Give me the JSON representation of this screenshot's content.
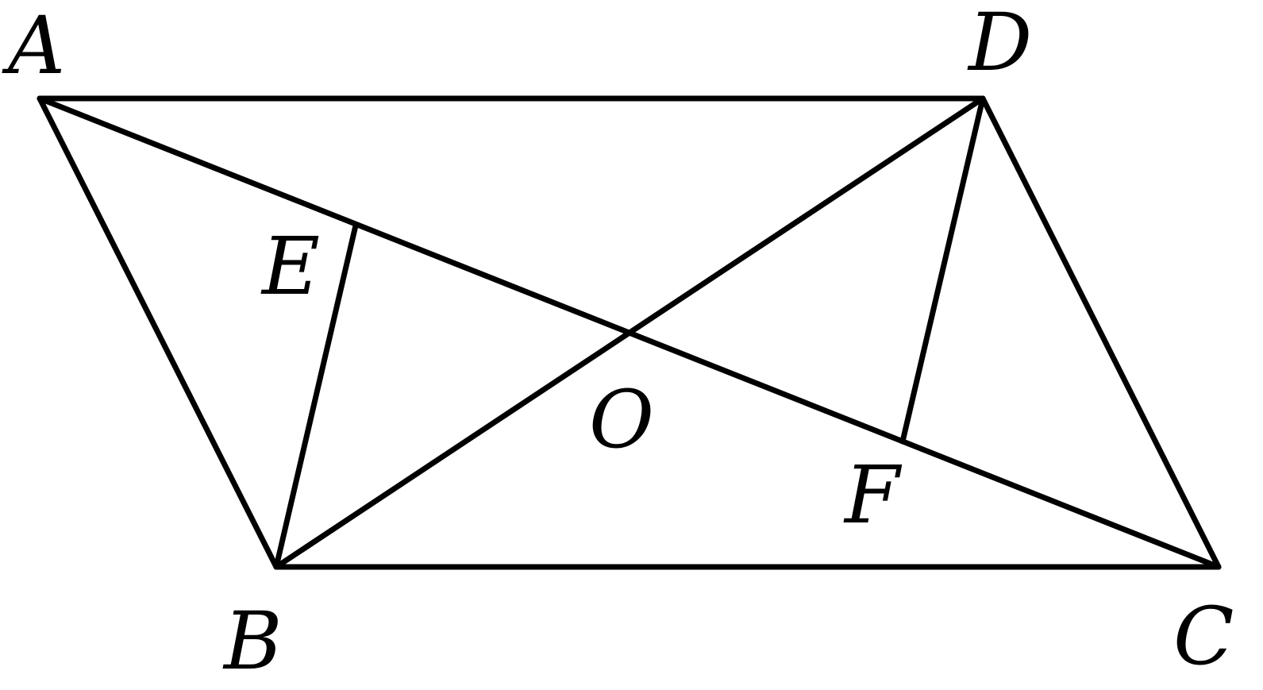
{
  "diagram": {
    "type": "geometry-figure",
    "stroke_color": "#000000",
    "background_color": "#ffffff",
    "points": {
      "A": "A",
      "B": "B",
      "C": "C",
      "D": "D",
      "E": "E",
      "F": "F",
      "O": "O"
    },
    "segments": [
      "AD",
      "BC",
      "AB",
      "DC",
      "AC",
      "BD",
      "BE",
      "DF"
    ]
  }
}
